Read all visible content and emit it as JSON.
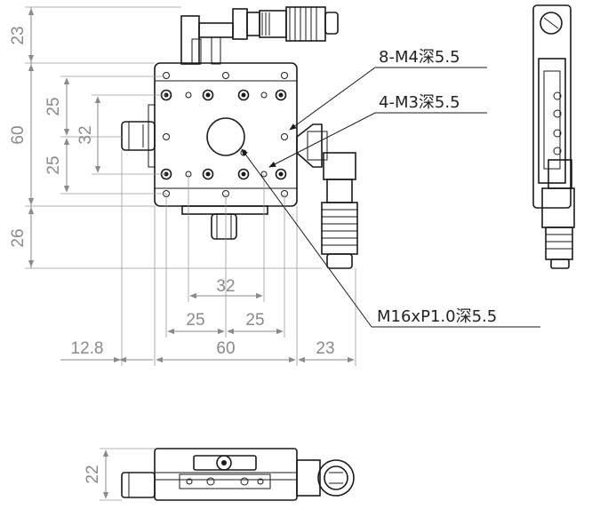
{
  "dimensions": {
    "top_stage_height": "23",
    "plate_height": "60",
    "hole_spacing_left_upper": "25",
    "hole_spacing_left_lower": "25",
    "hole_pitch_vertical": "32",
    "micrometer_height": "26",
    "hole_pitch_horizontal": "32",
    "hole_spacing_bottom_left": "25",
    "hole_spacing_bottom_right": "25",
    "knob_offset": "12.8",
    "plate_width": "60",
    "micrometer_width": "23",
    "side_view_height": "22"
  },
  "annotations": {
    "m4_holes": "8-M4深5.5",
    "m3_holes": "4-M3深5.5",
    "center_thread": "M16xP1.0深5.5"
  }
}
